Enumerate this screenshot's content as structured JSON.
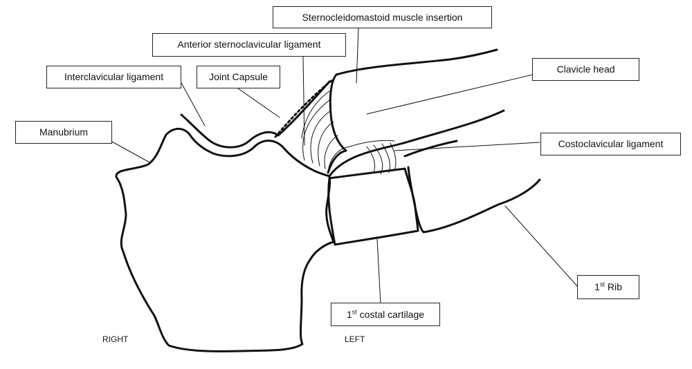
{
  "labels": {
    "scm": "Sternocleidomastoid muscle insertion",
    "asc": "Anterior sternoclavicular ligament",
    "interclav": "Interclavicular ligament",
    "capsule": "Joint Capsule",
    "clavicle": "Clavicle head",
    "manubrium": "Manubrium",
    "costoclav": "Costoclavicular ligament",
    "rib_num": "1",
    "rib_sup": "st",
    "rib_text": " Rib",
    "cart_num": "1",
    "cart_sup": "st",
    "cart_text": " costal cartilage"
  },
  "sides": {
    "right": "RIGHT",
    "left": "LEFT"
  },
  "colors": {
    "line": "#111111",
    "box_border": "#222222"
  }
}
